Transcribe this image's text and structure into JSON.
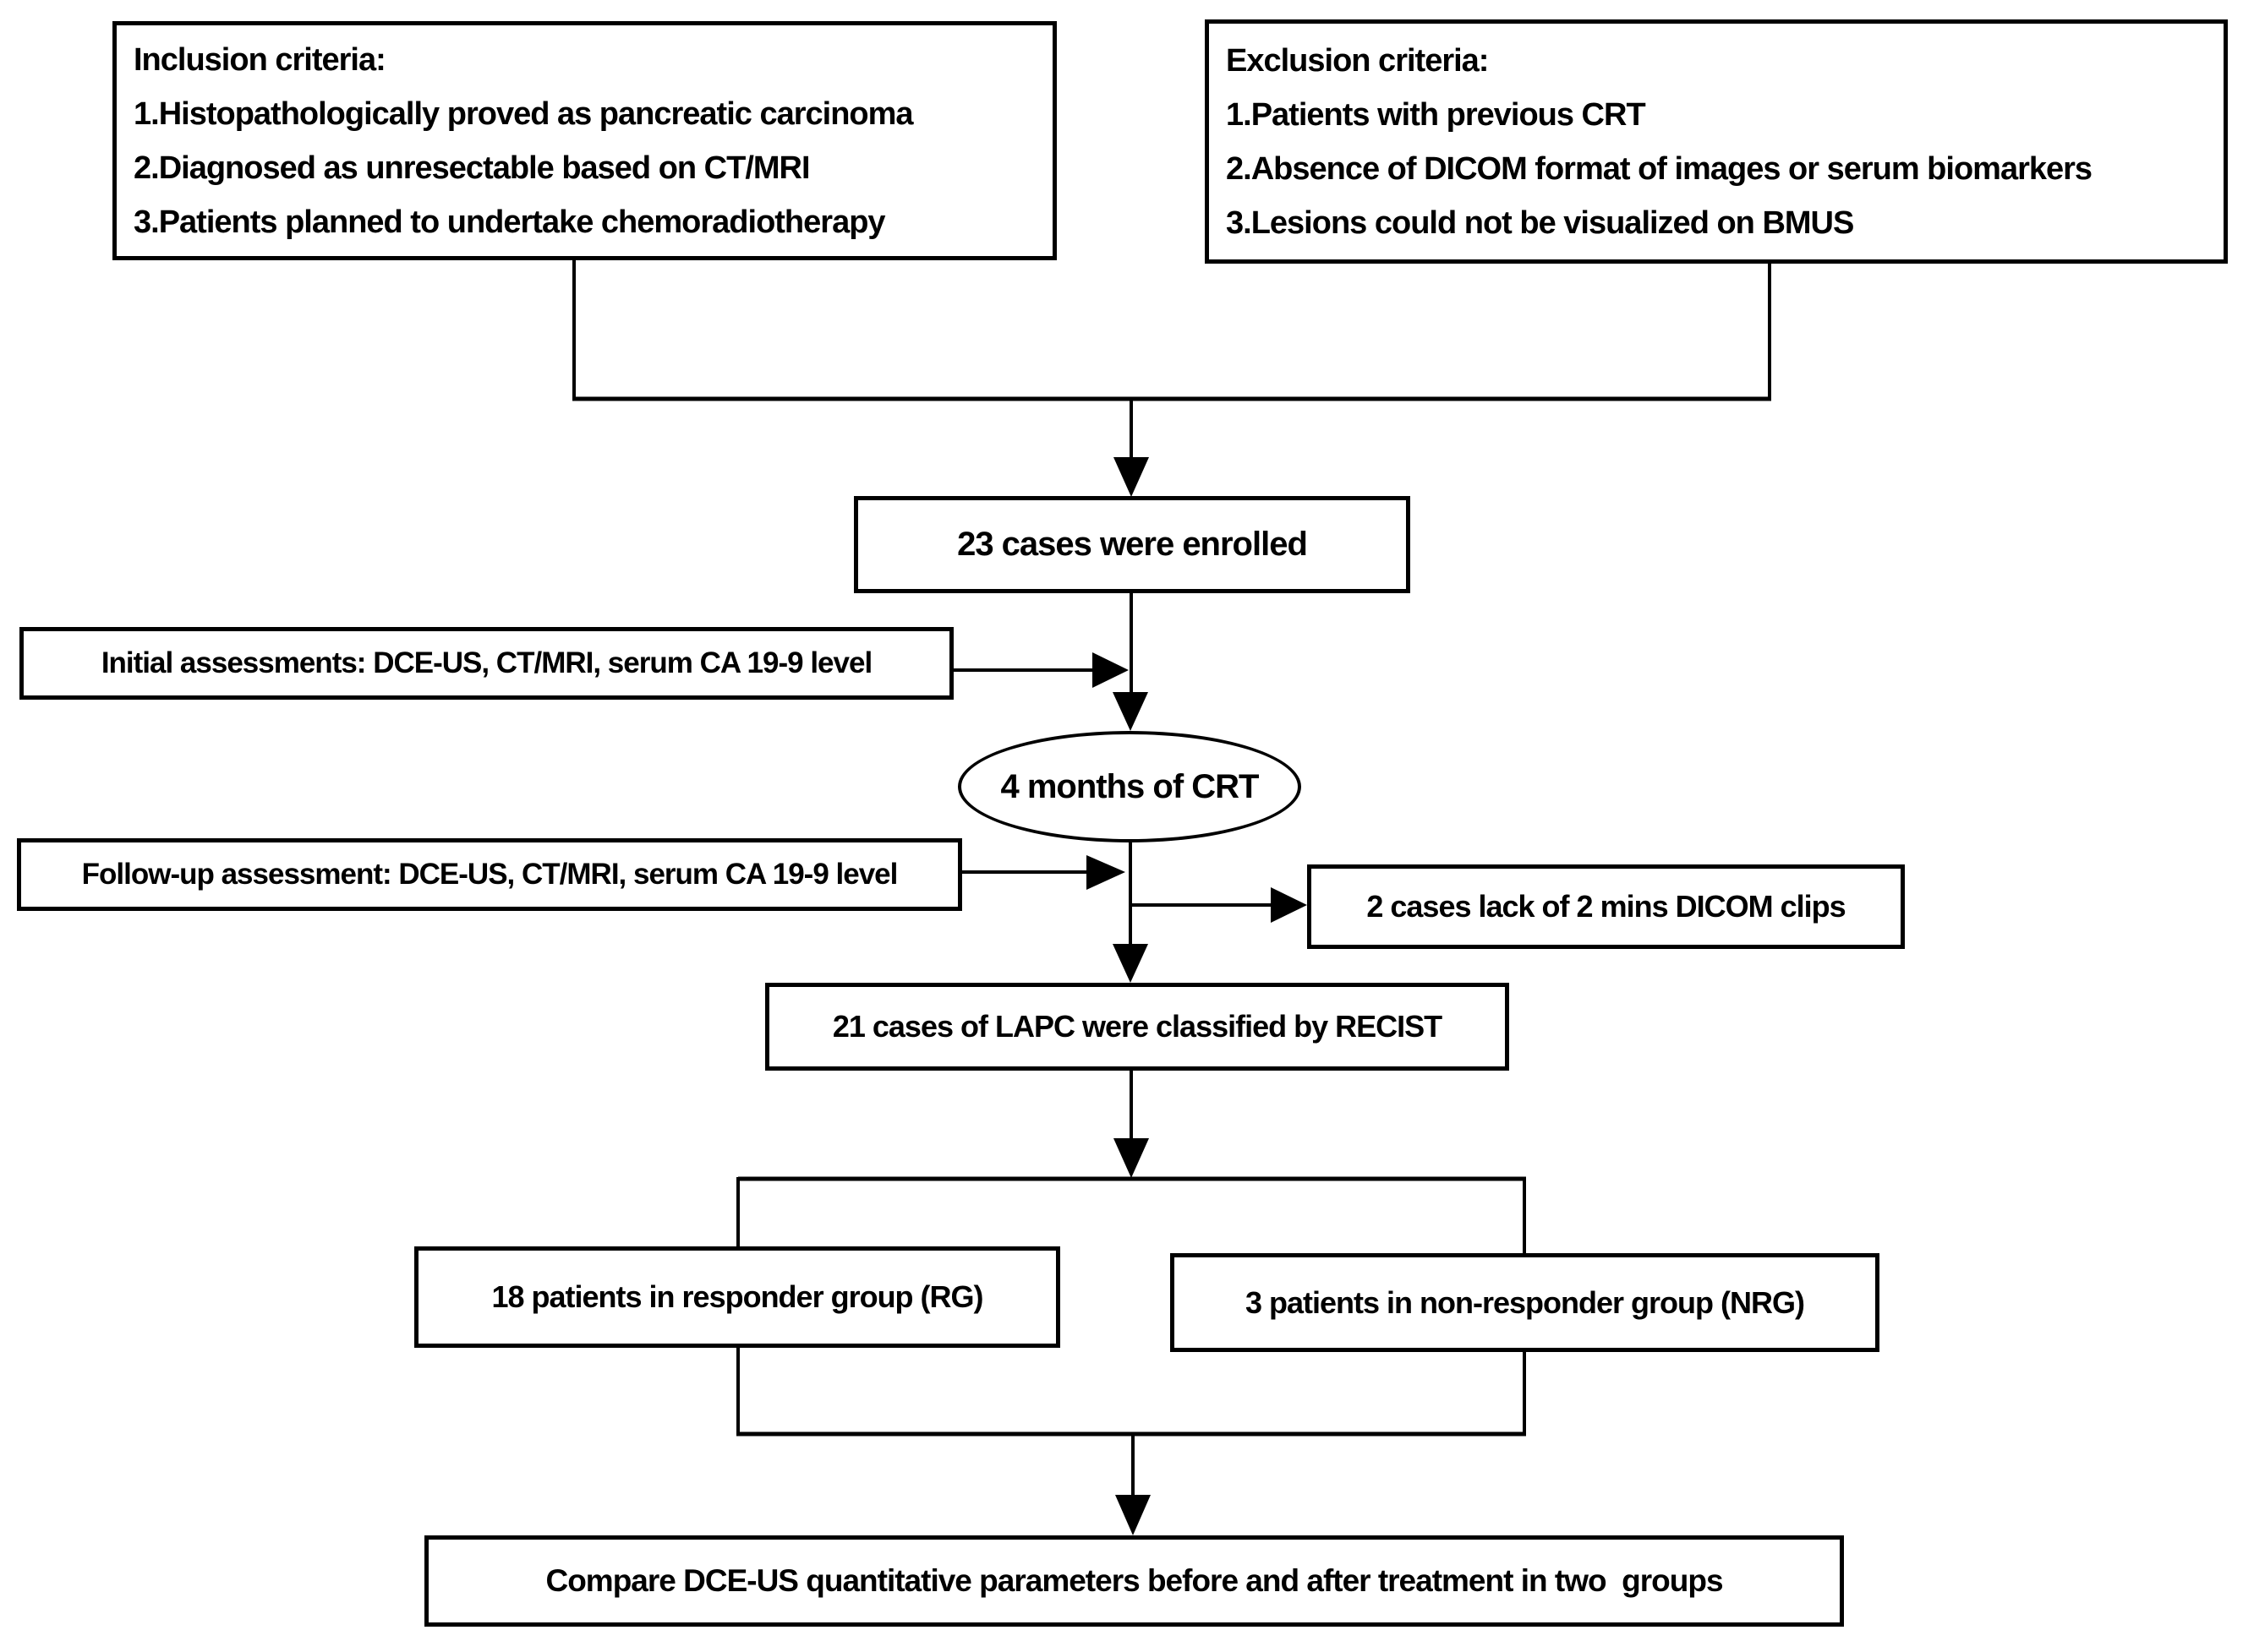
{
  "figure": {
    "type": "patient-enrollment-flowchart",
    "background_color": "#ffffff",
    "line_color": "#000000"
  },
  "nodes": {
    "inclusion": {
      "title": "Inclusion criteria:",
      "items": [
        "1.Histopathologically proved as pancreatic carcinoma",
        "2.Diagnosed as unresectable based on CT/MRI",
        "3.Patients planned to undertake chemoradiotherapy"
      ]
    },
    "exclusion": {
      "title": "Exclusion criteria:",
      "items": [
        "1.Patients with previous CRT",
        "2.Absence of DICOM format of images or serum biomarkers",
        "3.Lesions could not be visualized on BMUS"
      ]
    },
    "enrolled": {
      "label": "23 cases were enrolled"
    },
    "initial_assessment": {
      "label": "Initial assessments: DCE-US, CT/MRI, serum CA 19-9 level"
    },
    "crt_period": {
      "label": "4 months of CRT"
    },
    "followup_assessment": {
      "label": "Follow-up assessment: DCE-US, CT/MRI, serum CA 19-9 level"
    },
    "dropped_cases": {
      "label": "2 cases lack of 2 mins DICOM clips"
    },
    "classified": {
      "label": "21 cases of LAPC were classified by RECIST"
    },
    "responder_group": {
      "label": "18 patients in responder group (RG)"
    },
    "non_responder_group": {
      "label": "3 patients in non-responder group (NRG)"
    },
    "comparison": {
      "label": "Compare DCE-US quantitative parameters before and after treatment in two  groups"
    }
  }
}
